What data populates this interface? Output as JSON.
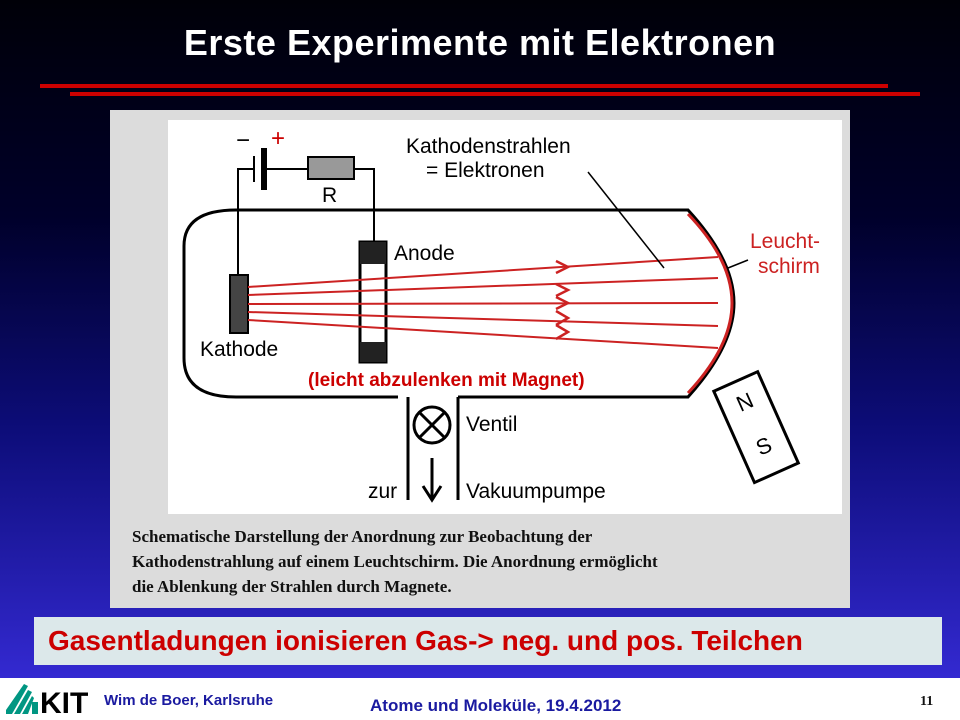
{
  "slide": {
    "title": "Erste Experimente mit Elektronen",
    "accent_color": "#cc0000"
  },
  "figure": {
    "minus_sign": "−",
    "plus_sign": "+",
    "resistor_label": "R",
    "rays_label_line1": "Kathodenstrahlen",
    "rays_label_line2": "= Elektronen",
    "anode_label": "Anode",
    "screen_label_line1": "Leucht-",
    "screen_label_line2": "schirm",
    "cathode_label": "Kathode",
    "magnet_note": "(leicht abzulenken mit Magnet)",
    "valve_label": "Ventil",
    "to_label": "zur",
    "pump_label": "Vakuumpumpe",
    "magnet_north": "N",
    "magnet_south": "S"
  },
  "caption": {
    "line1": "Schematische Darstellung der Anordnung zur Beobachtung der",
    "line2": "Kathodenstrahlung auf einem Leuchtschirm. Die Anordnung ermöglicht",
    "line3": "die Ablenkung der Strahlen durch Magnete."
  },
  "banner": {
    "text": "Gasentladungen ionisieren Gas-> neg. und pos. Teilchen"
  },
  "footer": {
    "logo_text": "KIT",
    "author": "Wim de Boer, Karlsruhe",
    "lecture": "Atome und Moleküle,  19.4.2012",
    "page_number": "11"
  }
}
